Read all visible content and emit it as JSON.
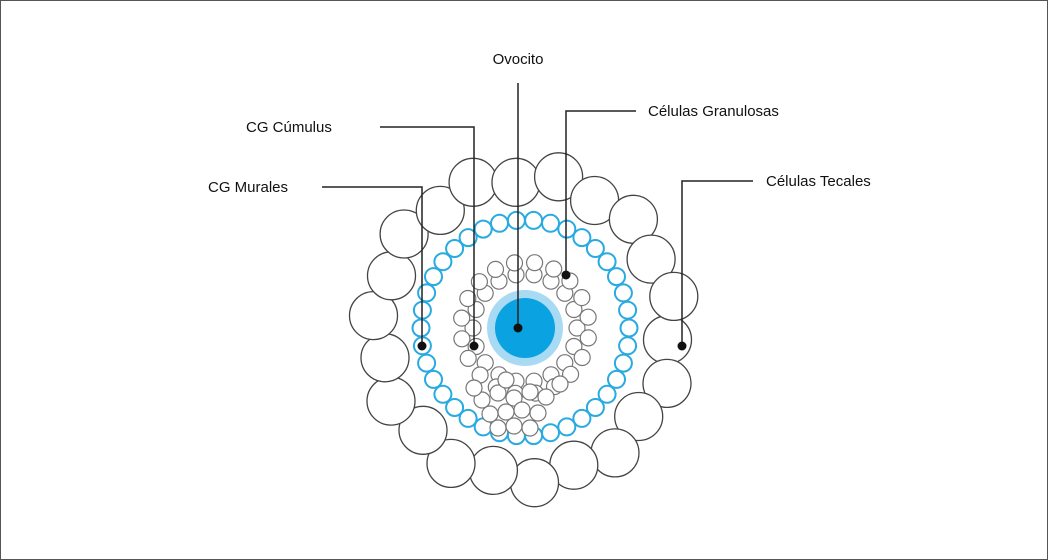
{
  "labels": {
    "ovocito": "Ovocito",
    "cg_cumulus": "CG Cúmulus",
    "cg_murales": "CG Murales",
    "celulas_granulosas": "Células Granulosas",
    "celulas_tecales": "Células Tecales"
  },
  "colors": {
    "oocyte_core": "#0aa2e0",
    "oocyte_halo": "#a8daf3",
    "granulosa_ring": "#29aae1",
    "cell_stroke": "#444444",
    "cumulus_stroke": "#777777",
    "leader_line": "#222222"
  }
}
